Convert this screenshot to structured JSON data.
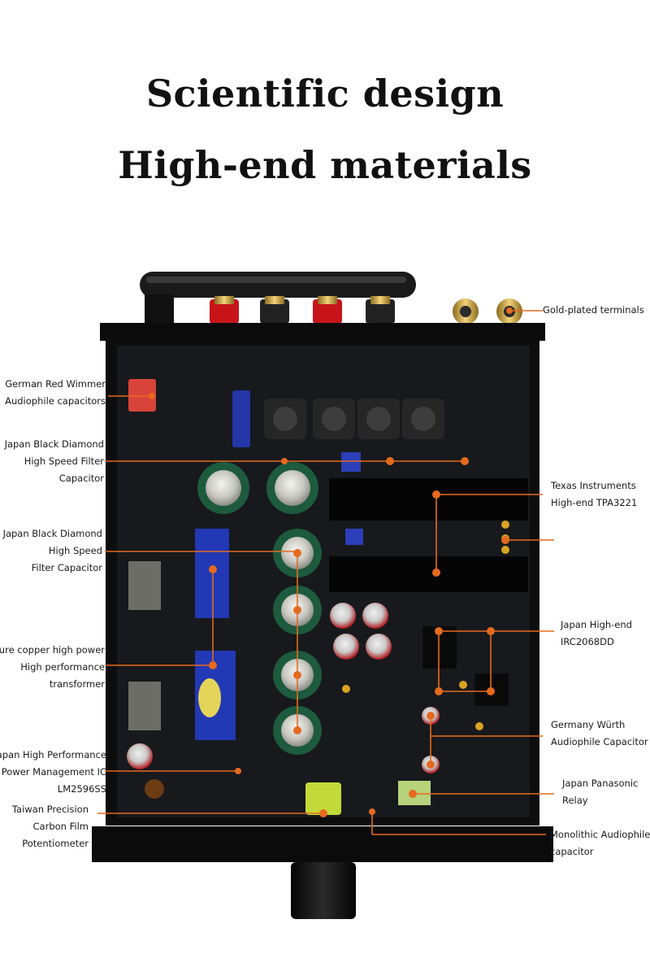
{
  "headline": {
    "line1": "Scientific design",
    "line2": "High-end materials"
  },
  "callouts": {
    "gold_terminals": [
      "Gold-plated terminals"
    ],
    "wimmer": [
      "German Red Wimmer",
      "Audiophile capacitors"
    ],
    "black_diamond_1": [
      "Japan Black Diamond",
      "High Speed Filter",
      "Capacitor"
    ],
    "black_diamond_2": [
      "Japan Black Diamond",
      "High Speed",
      "Filter Capacitor"
    ],
    "transformer": [
      "Pure copper high power",
      "High performance",
      "transformer"
    ],
    "power_ic": [
      "Japan High Performance",
      "Power Management IC",
      "LM2596SS"
    ],
    "potentiometer": [
      "Taiwan Precision",
      "Carbon Film",
      "Potentiometer"
    ],
    "tpa3221": [
      "Texas Instruments",
      "High-end TPA3221"
    ],
    "irc2068": [
      "Japan High-end",
      "IRC2068DD"
    ],
    "wurth": [
      "Germany Würth",
      "Audiophile Capacitor"
    ],
    "relay": [
      "Japan Panasonic",
      "Relay"
    ],
    "monolithic": [
      "Monolithic Audiophile",
      "capacitor"
    ]
  },
  "colors": {
    "leader": "#e56a1f",
    "chassis": "#0d0d0d",
    "pcb": "#17191c"
  }
}
